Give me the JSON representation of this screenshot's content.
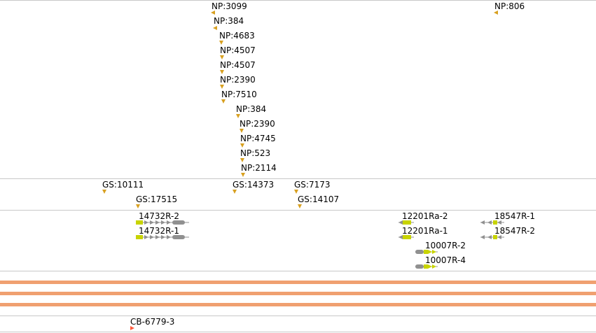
{
  "tracks": {
    "np": {
      "features": [
        {
          "label": "NP:3099",
          "strand": "minus"
        },
        {
          "label": "NP:384",
          "strand": "minus"
        },
        {
          "label": "NP:4683",
          "strand": "plus"
        },
        {
          "label": "NP:4507",
          "strand": "plus"
        },
        {
          "label": "NP:4507",
          "strand": "plus"
        },
        {
          "label": "NP:2390",
          "strand": "plus"
        },
        {
          "label": "NP:7510",
          "strand": "plus"
        },
        {
          "label": "NP:384",
          "strand": "plus"
        },
        {
          "label": "NP:2390",
          "strand": "plus"
        },
        {
          "label": "NP:4745",
          "strand": "plus"
        },
        {
          "label": "NP:523",
          "strand": "plus"
        },
        {
          "label": "NP:2114",
          "strand": "plus"
        },
        {
          "label": "NP:806",
          "strand": "minus"
        }
      ]
    },
    "gs": {
      "features": [
        {
          "label": "GS:10111"
        },
        {
          "label": "GS:17515"
        },
        {
          "label": "GS:14373"
        },
        {
          "label": "GS:7173"
        },
        {
          "label": "GS:14107"
        }
      ]
    },
    "transcripts": {
      "features": [
        {
          "label": "14732R-2",
          "strand": "plus"
        },
        {
          "label": "14732R-1",
          "strand": "plus"
        },
        {
          "label": "12201Ra-2",
          "strand": "minus"
        },
        {
          "label": "12201Ra-1",
          "strand": "minus"
        },
        {
          "label": "10007R-2",
          "strand": "plus"
        },
        {
          "label": "10007R-4",
          "strand": "plus"
        },
        {
          "label": "18547R-1",
          "strand": "minus"
        },
        {
          "label": "18547R-2",
          "strand": "minus"
        }
      ]
    },
    "bands": {
      "count": 3,
      "color": "#f0a070"
    },
    "cb": {
      "features": [
        {
          "label": "CB-6779-3",
          "strand": "plus"
        }
      ]
    }
  },
  "colors": {
    "np_marker": "#d8a020",
    "gs_marker": "#d8a020",
    "exon_utr": "#c8d400",
    "exon_cds": "#909090",
    "cb_marker": "#ff5a3c",
    "track_divider": "#c8c8c8"
  }
}
